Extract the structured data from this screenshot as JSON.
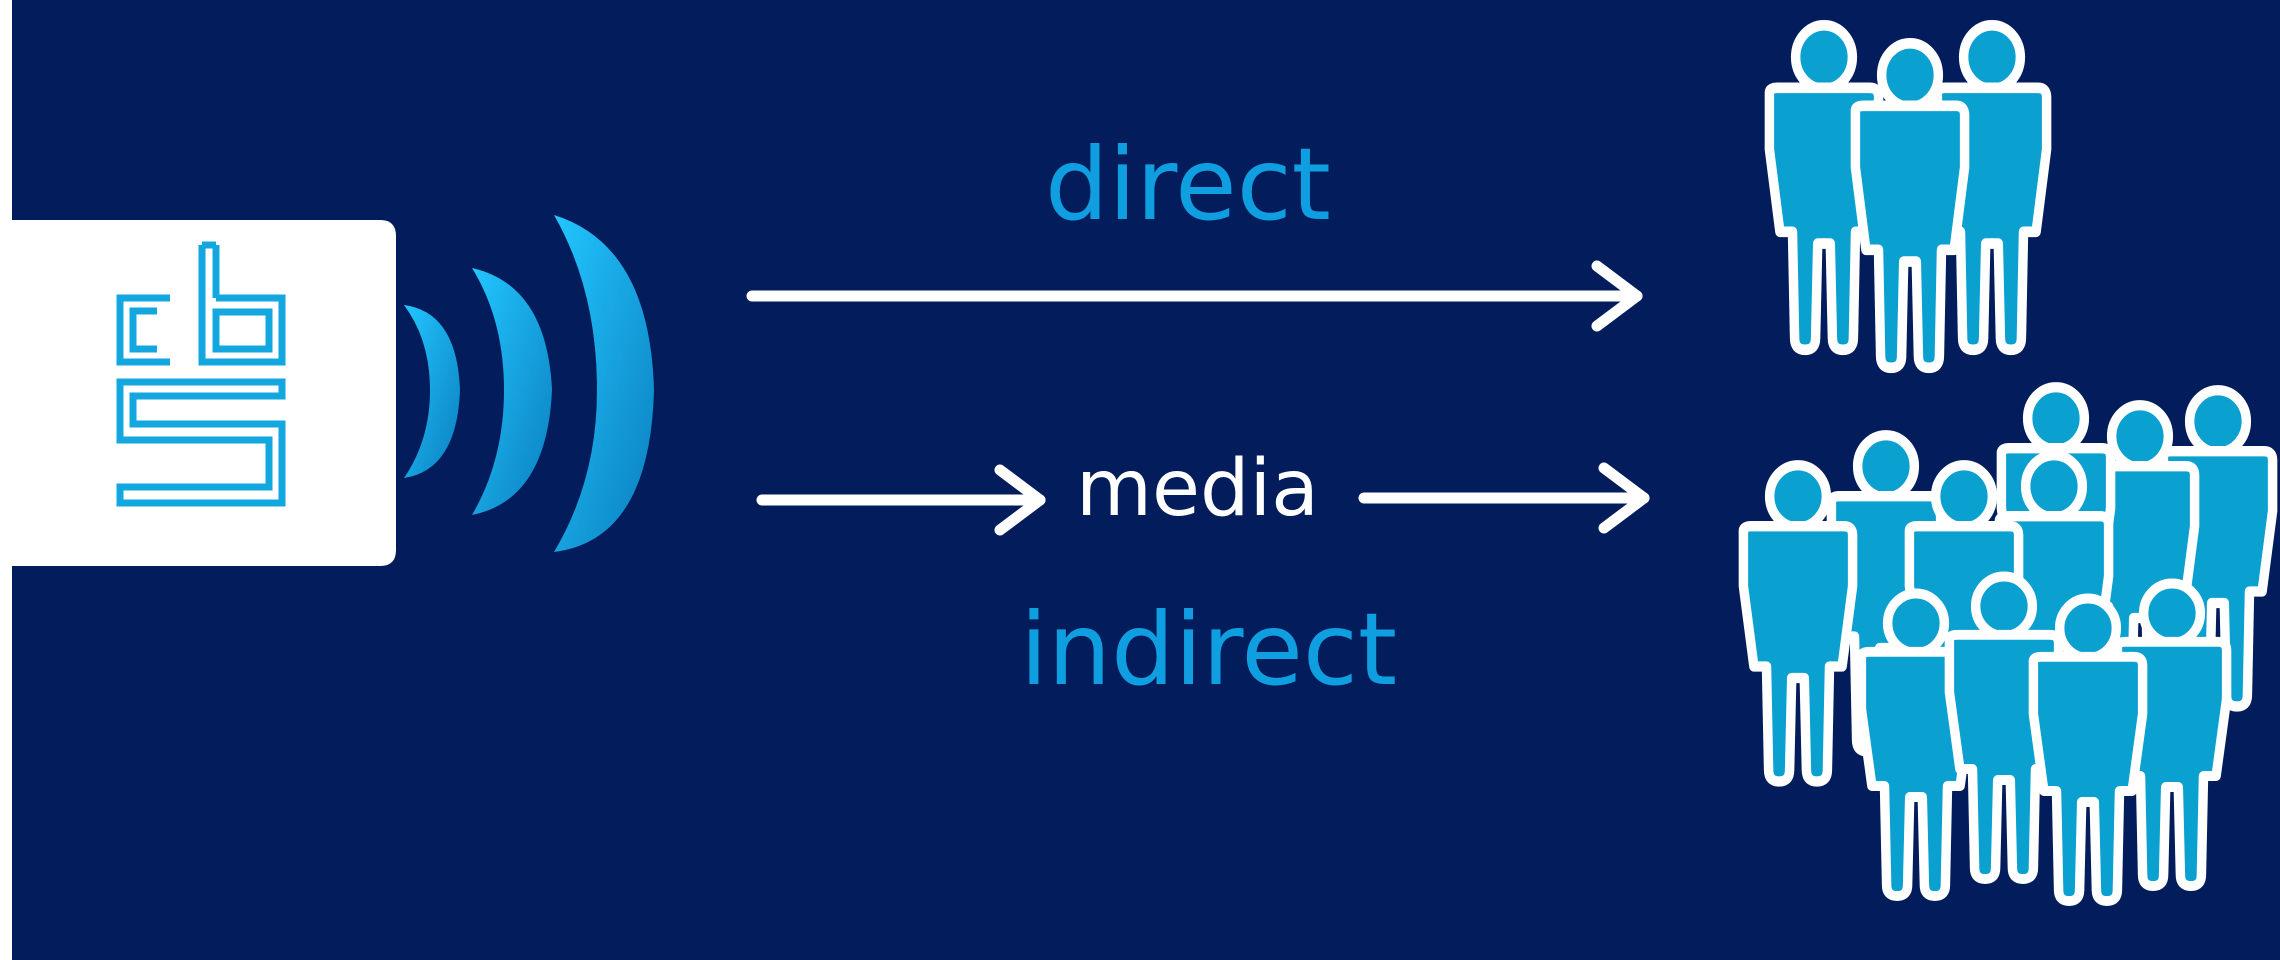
{
  "diagram": {
    "direct_label": "direct",
    "media_label": "media",
    "indirect_label": "indirect"
  },
  "logo": {
    "text": "cbs"
  },
  "icons": {
    "logo": "cbs-logo-icon",
    "broadcast": "broadcast-waves-icon",
    "small_group": "small-group-people-icon",
    "large_group": "large-crowd-people-icon",
    "arrow": "arrow-right-icon"
  },
  "colors": {
    "background": "#031d5c",
    "accent": "#0f9fe0",
    "people_fill": "#0aa0cf",
    "arrow": "#ffffff",
    "logo_card": "#ffffff"
  }
}
